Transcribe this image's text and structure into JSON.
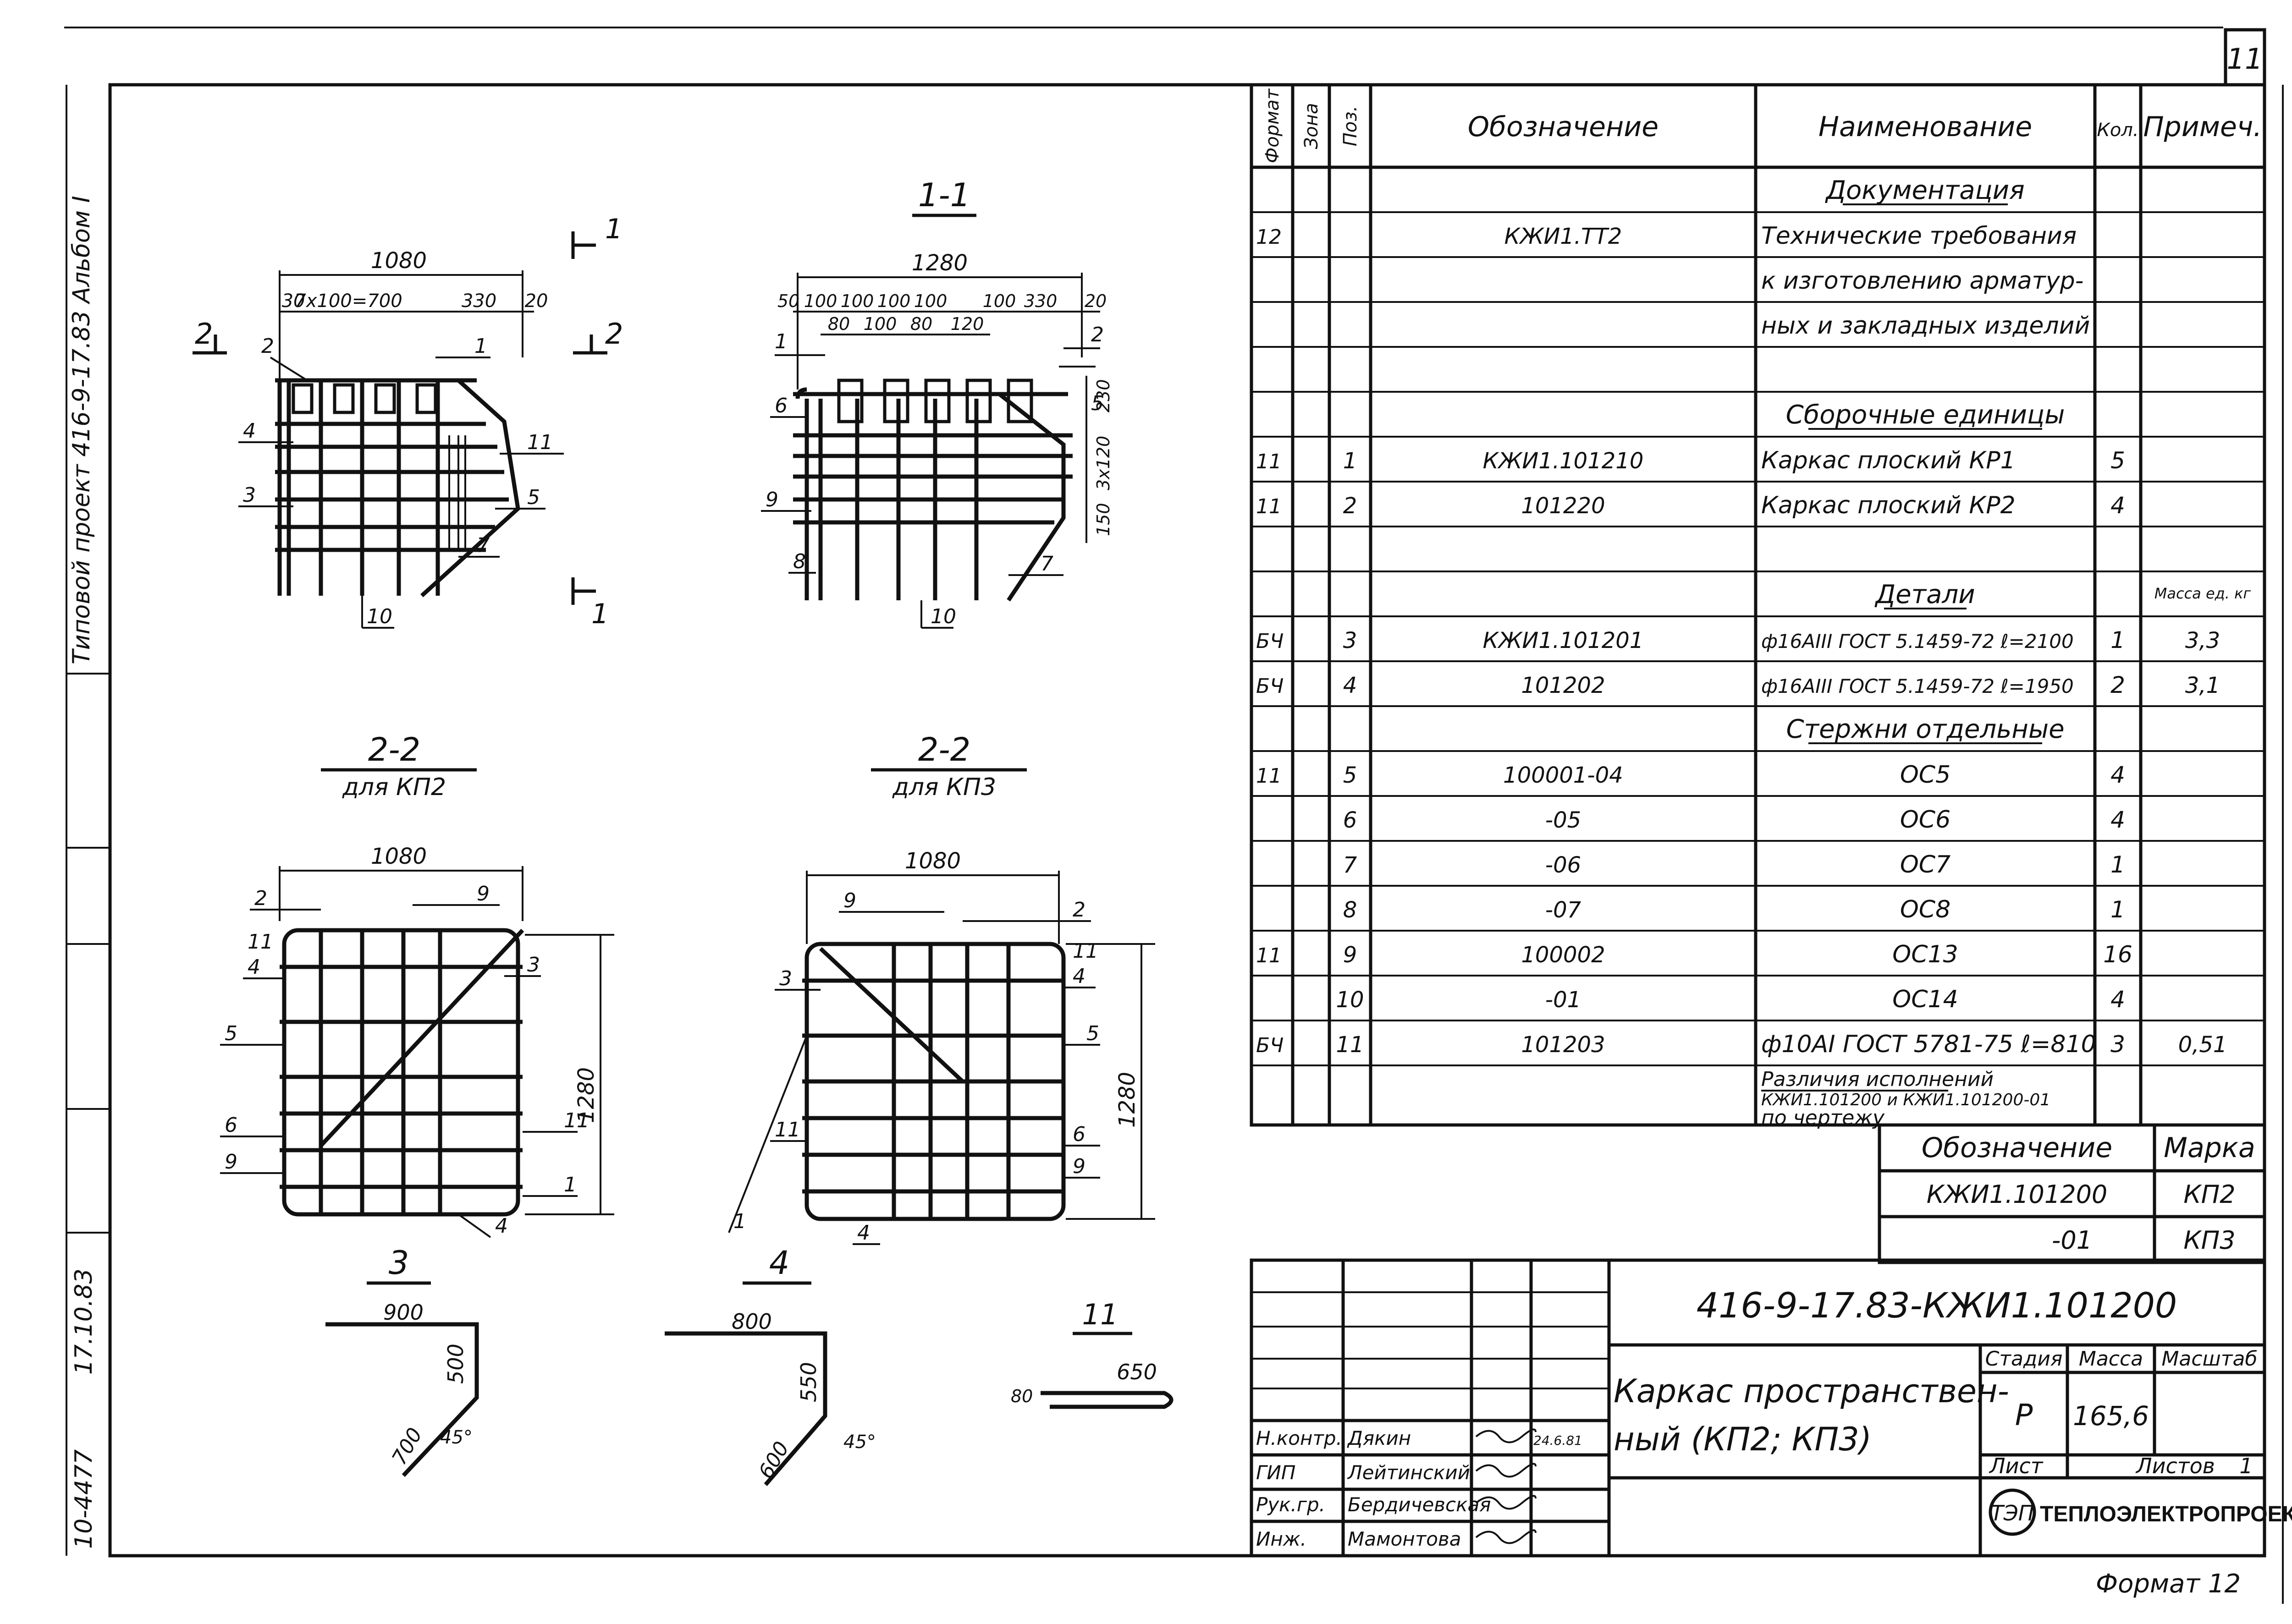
{
  "sheet": {
    "number": "11",
    "format_label": "Формат 12",
    "side_note": "Типовой проект 416-9-17.83 Альбом I",
    "side_stamp": "10-4477",
    "side_sign": "17.10.83"
  },
  "spec_table": {
    "headers": [
      "Формат",
      "Зона",
      "Поз.",
      "Обозначение",
      "Наименование",
      "Кол.",
      "Примеч."
    ],
    "rows": [
      {
        "fmt": "",
        "zone": "",
        "pos": "",
        "code": "",
        "name": "Документация",
        "qty": "",
        "note": "",
        "heading": true
      },
      {
        "fmt": "12",
        "zone": "",
        "pos": "",
        "code": "КЖИ1.ТТ2",
        "name": "Технические требования",
        "qty": "",
        "note": ""
      },
      {
        "fmt": "",
        "zone": "",
        "pos": "",
        "code": "",
        "name": "к изготовлению арматур-",
        "qty": "",
        "note": ""
      },
      {
        "fmt": "",
        "zone": "",
        "pos": "",
        "code": "",
        "name": "ных и закладных изделий",
        "qty": "",
        "note": ""
      },
      {
        "fmt": "",
        "zone": "",
        "pos": "",
        "code": "",
        "name": "",
        "qty": "",
        "note": ""
      },
      {
        "fmt": "",
        "zone": "",
        "pos": "",
        "code": "",
        "name": "Сборочные единицы",
        "qty": "",
        "note": "",
        "heading": true
      },
      {
        "fmt": "11",
        "zone": "",
        "pos": "1",
        "code": "КЖИ1.101210",
        "name": "Каркас плоский КР1",
        "qty": "5",
        "note": ""
      },
      {
        "fmt": "11",
        "zone": "",
        "pos": "2",
        "code": "101220",
        "name": "Каркас плоский КР2",
        "qty": "4",
        "note": ""
      },
      {
        "fmt": "",
        "zone": "",
        "pos": "",
        "code": "",
        "name": "",
        "qty": "",
        "note": ""
      },
      {
        "fmt": "",
        "zone": "",
        "pos": "",
        "code": "",
        "name": "Детали",
        "qty": "",
        "note": "Масса ед. кг",
        "heading": true
      },
      {
        "fmt": "БЧ",
        "zone": "",
        "pos": "3",
        "code": "КЖИ1.101201",
        "name": "ф16АIII ГОСТ 5.1459-72 ℓ=2100",
        "qty": "1",
        "note": "3,3"
      },
      {
        "fmt": "БЧ",
        "zone": "",
        "pos": "4",
        "code": "101202",
        "name": "ф16АIII ГОСТ 5.1459-72 ℓ=1950",
        "qty": "2",
        "note": "3,1"
      },
      {
        "fmt": "",
        "zone": "",
        "pos": "",
        "code": "",
        "name": "Стержни отдельные",
        "qty": "",
        "note": "",
        "heading": true
      },
      {
        "fmt": "11",
        "zone": "",
        "pos": "5",
        "code": "100001-04",
        "name": "ОС5",
        "qty": "4",
        "note": ""
      },
      {
        "fmt": "",
        "zone": "",
        "pos": "6",
        "code": "-05",
        "name": "ОС6",
        "qty": "4",
        "note": ""
      },
      {
        "fmt": "",
        "zone": "",
        "pos": "7",
        "code": "-06",
        "name": "ОС7",
        "qty": "1",
        "note": ""
      },
      {
        "fmt": "",
        "zone": "",
        "pos": "8",
        "code": "-07",
        "name": "ОС8",
        "qty": "1",
        "note": ""
      },
      {
        "fmt": "11",
        "zone": "",
        "pos": "9",
        "code": "100002",
        "name": "ОС13",
        "qty": "16",
        "note": ""
      },
      {
        "fmt": "",
        "zone": "",
        "pos": "10",
        "code": "-01",
        "name": "ОС14",
        "qty": "4",
        "note": ""
      },
      {
        "fmt": "БЧ",
        "zone": "",
        "pos": "11",
        "code": "101203",
        "name": "ф10АI ГОСТ 5781-75 ℓ=810",
        "qty": "3",
        "note": "0,51"
      }
    ],
    "diff_note": [
      "Различия исполнений",
      "КЖИ1.101200 и КЖИ1.101200-01",
      "по чертежу"
    ]
  },
  "variants": {
    "headers": [
      "Обозначение",
      "Марка"
    ],
    "rows": [
      {
        "code": "КЖИ1.101200",
        "mark": "КП2"
      },
      {
        "code": "-01",
        "mark": "КП3"
      }
    ]
  },
  "title_block": {
    "doc_code": "416-9-17.83-КЖИ1.101200",
    "title_line1": "Каркас пространствен-",
    "title_line2": "ный   (КП2; КП3)",
    "stage_label": "Стадия",
    "mass_label": "Масса",
    "scale_label": "Масштаб",
    "stage": "Р",
    "mass": "165,6",
    "sheet_label": "Лист",
    "sheets_label": "Листов",
    "sheets_value": "1",
    "org": "ТЕПЛОЭЛЕКТРОПРОЕКТ",
    "signatures": [
      {
        "role": "Н.контр.",
        "name": "Дякин",
        "date": "24.6.81"
      },
      {
        "role": "ГИП",
        "name": "Лейтинский"
      },
      {
        "role": "Рук.гр.",
        "name": "Бердичевская"
      },
      {
        "role": "Инж.",
        "name": "Мамонтова"
      }
    ]
  },
  "views": {
    "front": {
      "dim_total": "1080",
      "dim_chain": [
        "30",
        "7x100=700",
        "330",
        "20"
      ],
      "section_mark": "1",
      "cut_mark": "2",
      "callouts": [
        "1",
        "2",
        "3",
        "4",
        "5",
        "7",
        "10",
        "11"
      ]
    },
    "section11": {
      "title": "1-1",
      "dim_total": "1280",
      "dim_chain": [
        "50",
        "100",
        "100",
        "100",
        "100",
        "100",
        "330",
        "20"
      ],
      "dim_sub": [
        "80",
        "100",
        "80",
        "120"
      ],
      "dim_vert": [
        "230",
        "3x120",
        "150"
      ],
      "callouts": [
        "1",
        "2",
        "5",
        "6",
        "7",
        "8",
        "9",
        "10"
      ]
    },
    "section22a": {
      "title": "2-2",
      "subtitle": "для КП2",
      "dim_w": "1080",
      "dim_h": "1280",
      "callouts": [
        "1",
        "2",
        "3",
        "4",
        "5",
        "6",
        "9",
        "11"
      ]
    },
    "section22b": {
      "title": "2-2",
      "subtitle": "для КП3",
      "dim_w": "1080",
      "dim_h": "1280",
      "callouts": [
        "1",
        "2",
        "3",
        "4",
        "5",
        "6",
        "9",
        "11"
      ]
    },
    "det3": {
      "title": "3",
      "dim_a": "900",
      "dim_b": "500",
      "dim_c": "700",
      "angle": "45°"
    },
    "det4": {
      "title": "4",
      "dim_a": "800",
      "dim_b": "550",
      "dim_c": "600",
      "angle": "45°"
    },
    "det11": {
      "title": "11",
      "dim_a": "650",
      "dim_b": "80"
    }
  }
}
